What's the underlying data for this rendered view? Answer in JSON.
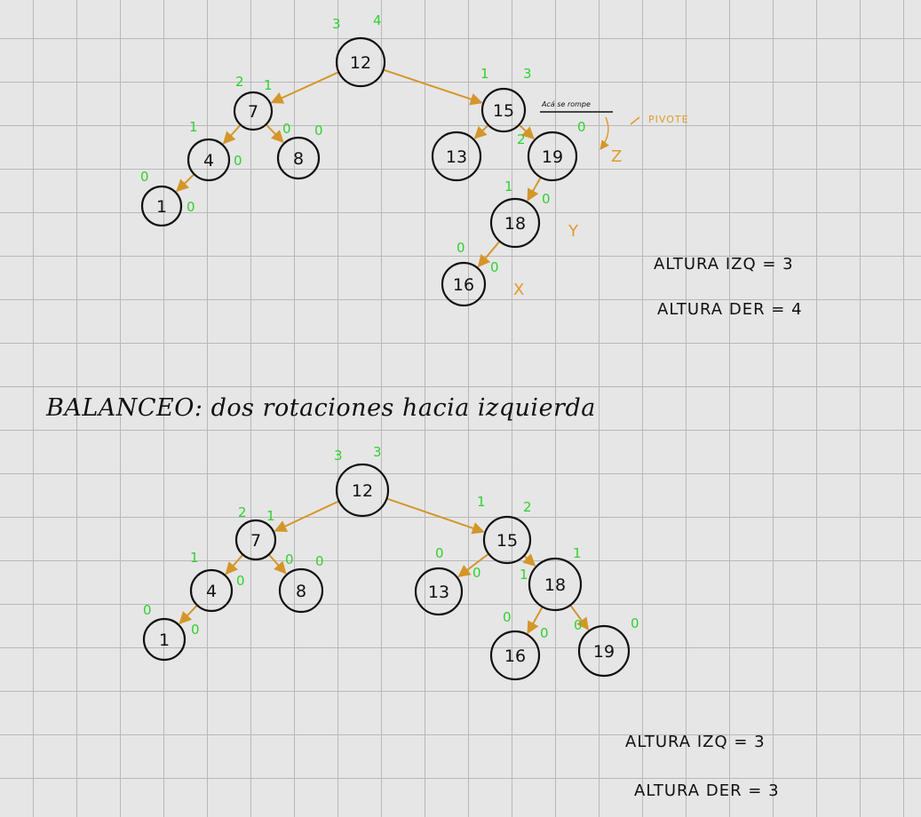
{
  "tree_before": {
    "nodes": [
      {
        "id": "n12",
        "label": "12",
        "annotations": [
          "3",
          "4"
        ]
      },
      {
        "id": "n7",
        "label": "7",
        "annotations": [
          "2",
          "1"
        ]
      },
      {
        "id": "n4",
        "label": "4",
        "annotations": [
          "1",
          "0"
        ]
      },
      {
        "id": "n1",
        "label": "1",
        "annotations": [
          "0",
          "0"
        ]
      },
      {
        "id": "n8",
        "label": "8",
        "annotations": [
          "0",
          "0"
        ]
      },
      {
        "id": "n15",
        "label": "15",
        "annotations": [
          "1",
          "3"
        ]
      },
      {
        "id": "n13",
        "label": "13",
        "annotations": []
      },
      {
        "id": "n19",
        "label": "19",
        "annotations": [
          "2",
          "0"
        ]
      },
      {
        "id": "n18",
        "label": "18",
        "annotations": [
          "1",
          "0"
        ]
      },
      {
        "id": "n16",
        "label": "16",
        "annotations": [
          "0",
          "0"
        ]
      }
    ],
    "edges": [
      [
        "n12",
        "n7"
      ],
      [
        "n12",
        "n15"
      ],
      [
        "n7",
        "n4"
      ],
      [
        "n7",
        "n8"
      ],
      [
        "n4",
        "n1"
      ],
      [
        "n15",
        "n13"
      ],
      [
        "n15",
        "n19"
      ],
      [
        "n19",
        "n18"
      ],
      [
        "n18",
        "n16"
      ]
    ],
    "marks": {
      "z": "Z",
      "y": "Y",
      "x": "X"
    },
    "pivot_label": "PIVOTE",
    "break_note": "Acá se rompe",
    "heights": {
      "left": "ALTURA IZQ = 3",
      "right": "ALTURA DER = 4"
    }
  },
  "heading": "BALANCEO: dos rotaciones hacia izquierda",
  "tree_after": {
    "nodes": [
      {
        "id": "m12",
        "label": "12",
        "annotations": [
          "3",
          "3"
        ]
      },
      {
        "id": "m7",
        "label": "7",
        "annotations": [
          "2",
          "1"
        ]
      },
      {
        "id": "m4",
        "label": "4",
        "annotations": [
          "1",
          "0"
        ]
      },
      {
        "id": "m1",
        "label": "1",
        "annotations": [
          "0",
          "0"
        ]
      },
      {
        "id": "m8",
        "label": "8",
        "annotations": [
          "0",
          "0"
        ]
      },
      {
        "id": "m15",
        "label": "15",
        "annotations": [
          "1",
          "2"
        ]
      },
      {
        "id": "m13",
        "label": "13",
        "annotations": [
          "0",
          "0"
        ]
      },
      {
        "id": "m18",
        "label": "18",
        "annotations": [
          "1",
          "1"
        ]
      },
      {
        "id": "m16",
        "label": "16",
        "annotations": [
          "0",
          "0"
        ]
      },
      {
        "id": "m19",
        "label": "19",
        "annotations": [
          "0",
          "0"
        ]
      }
    ],
    "edges": [
      [
        "m12",
        "m7"
      ],
      [
        "m12",
        "m15"
      ],
      [
        "m7",
        "m4"
      ],
      [
        "m7",
        "m8"
      ],
      [
        "m4",
        "m1"
      ],
      [
        "m15",
        "m13"
      ],
      [
        "m15",
        "m18"
      ],
      [
        "m18",
        "m16"
      ],
      [
        "m18",
        "m19"
      ]
    ],
    "heights": {
      "left": "ALTURA IZQ = 3",
      "right": "ALTURA DER = 3"
    }
  }
}
